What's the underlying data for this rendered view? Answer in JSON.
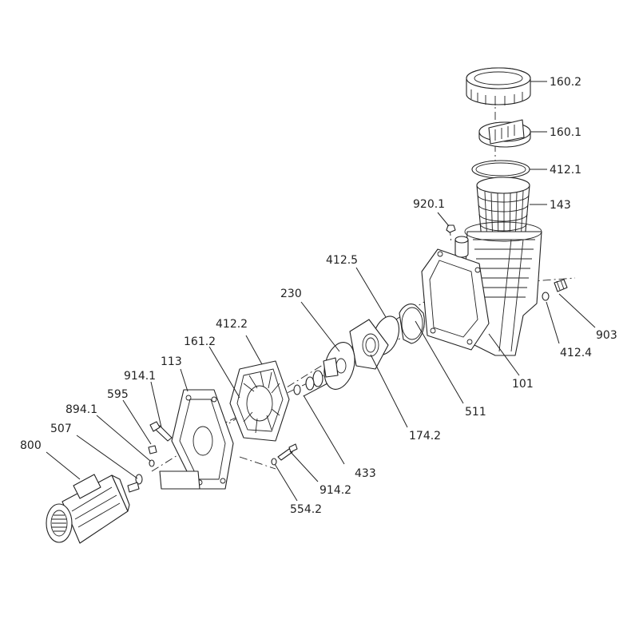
{
  "diagram": {
    "colors": {
      "line": "#222222",
      "background": "#ffffff"
    },
    "labels": {
      "p160_2": "160.2",
      "p160_1": "160.1",
      "p412_1": "412.1",
      "p143": "143",
      "p920_1": "920.1",
      "p412_5": "412.5",
      "p230": "230",
      "p412_2": "412.2",
      "p161_2": "161.2",
      "p113": "113",
      "p914_1": "914.1",
      "p595": "595",
      "p894_1": "894.1",
      "p507": "507",
      "p800": "800",
      "p903": "903",
      "p412_4": "412.4",
      "p101": "101",
      "p511": "511",
      "p174_2": "174.2",
      "p433": "433",
      "p914_2": "914.2",
      "p554_2": "554.2"
    }
  }
}
